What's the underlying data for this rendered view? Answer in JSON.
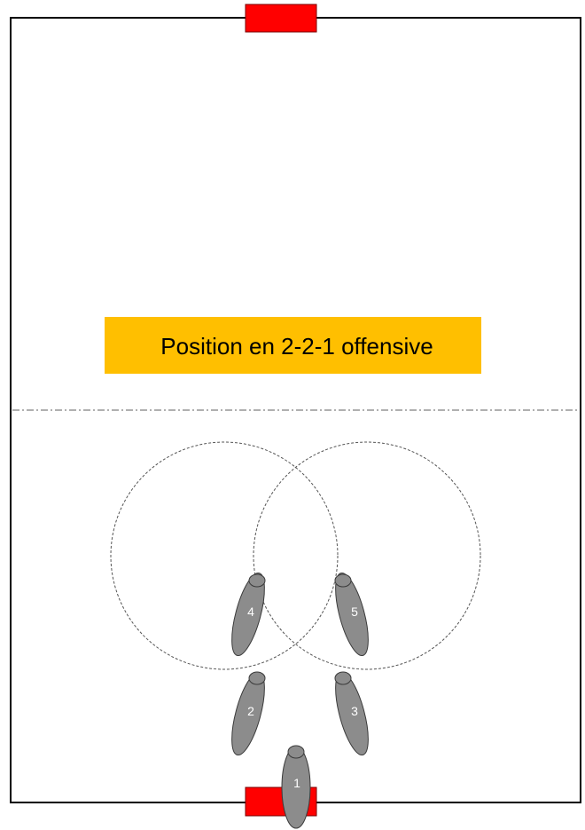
{
  "diagram": {
    "title": "Position en 2-2-1 offensive",
    "colors": {
      "field_line": "#000000",
      "goal": "#ff0000",
      "title_bg": "#ffbf00",
      "player_fill": "#8c8c8c",
      "player_stroke": "#3a3a3a",
      "zone_stroke": "#555555"
    },
    "players": [
      {
        "number": "1"
      },
      {
        "number": "2"
      },
      {
        "number": "3"
      },
      {
        "number": "4"
      },
      {
        "number": "5"
      }
    ]
  }
}
